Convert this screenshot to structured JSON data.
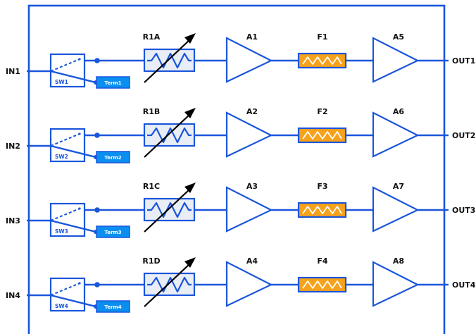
{
  "colors": {
    "line": "#1a56db",
    "terminator_fill": "#0a8ff0",
    "resistor_fill": "#e9edf5",
    "filter_fill": "#f7a21b",
    "arrow": "#000000"
  },
  "channels": [
    {
      "input": "IN1",
      "switch": "SW1",
      "terminator": "Term1",
      "attenuator": "R1A",
      "amp_in": "A1",
      "filter": "F1",
      "amp_out": "A5",
      "output": "OUT1"
    },
    {
      "input": "IN2",
      "switch": "SW2",
      "terminator": "Term2",
      "attenuator": "R1B",
      "amp_in": "A2",
      "filter": "F2",
      "amp_out": "A6",
      "output": "OUT2"
    },
    {
      "input": "IN3",
      "switch": "SW3",
      "terminator": "Term3",
      "attenuator": "R1C",
      "amp_in": "A3",
      "filter": "F3",
      "amp_out": "A7",
      "output": "OUT3"
    },
    {
      "input": "IN4",
      "switch": "SW4",
      "terminator": "Term4",
      "attenuator": "R1D",
      "amp_in": "A4",
      "filter": "F4",
      "amp_out": "A8",
      "output": "OUT4"
    }
  ]
}
